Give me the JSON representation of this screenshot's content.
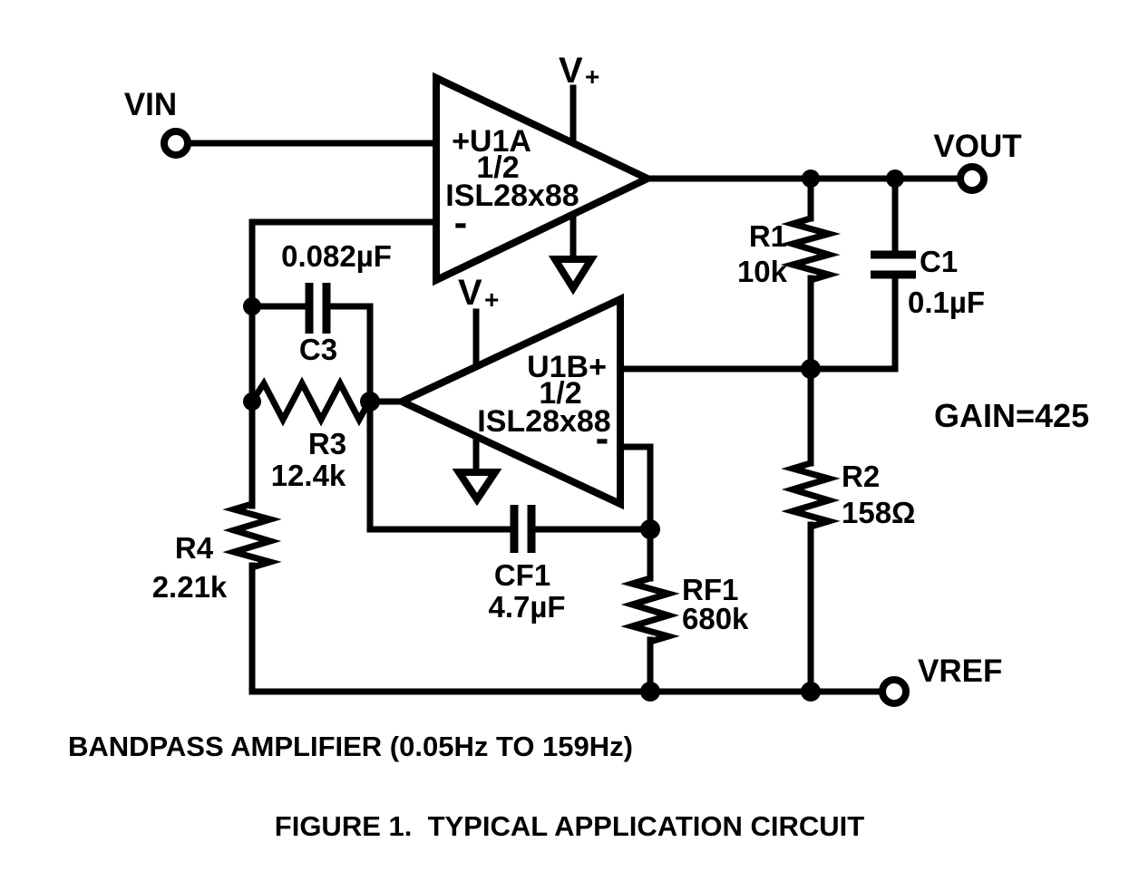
{
  "terminals": {
    "vin": "VIN",
    "vout": "VOUT",
    "vref": "VREF"
  },
  "opamps": {
    "u1a": {
      "label": "+U1A",
      "half": "1/2",
      "part": "ISL28x88",
      "minus": "-",
      "supply_v": "V",
      "supply_plus": "+"
    },
    "u1b": {
      "label": "U1B+",
      "half": "1/2",
      "part": "ISL28x88",
      "minus": "-",
      "supply_v": "V",
      "supply_plus": "+"
    }
  },
  "components": {
    "r1": {
      "ref": "R1",
      "value": "10k"
    },
    "r2": {
      "ref": "R2",
      "value": "158Ω"
    },
    "r3": {
      "ref": "R3",
      "value": "12.4k"
    },
    "r4": {
      "ref": "R4",
      "value": "2.21k"
    },
    "rf1": {
      "ref": "RF1",
      "value": "680k"
    },
    "c1": {
      "ref": "C1",
      "value": "0.1µF"
    },
    "c3": {
      "ref": "C3",
      "value": "0.082µF"
    },
    "cf1": {
      "ref": "CF1",
      "value": "4.7µF"
    }
  },
  "annotations": {
    "gain": "GAIN=425",
    "subtitle": "BANDPASS AMPLIFIER (0.05Hz TO 159Hz)",
    "caption": "FIGURE 1.  TYPICAL APPLICATION CIRCUIT"
  },
  "colors": {
    "ink": "#000000",
    "background": "#ffffff"
  }
}
